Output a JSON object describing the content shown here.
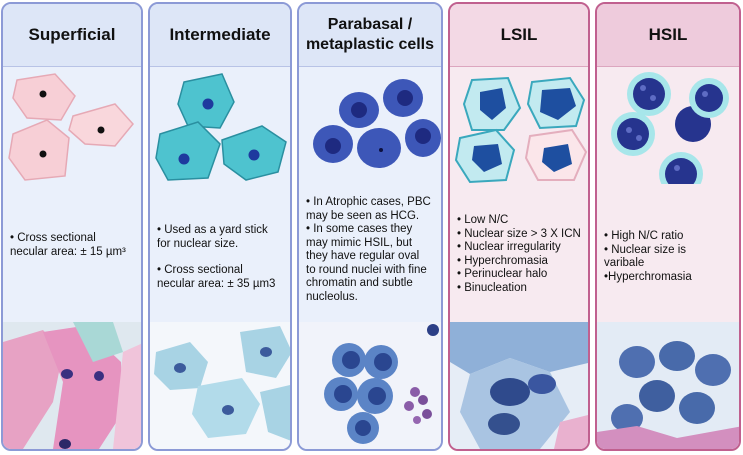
{
  "panels": [
    {
      "title": "Superficial",
      "lines": [
        "• Cross sectional",
        "necular area: ± 15 µm³"
      ]
    },
    {
      "title": "Intermediate",
      "lines": [
        "• Used as a yard stick",
        "for nuclear size.",
        "",
        "• Cross sectional",
        "necular area: ± 35 µm3"
      ]
    },
    {
      "title_line1": "Parabasal /",
      "title_line2": "metaplastic cells",
      "lines": [
        "• In Atrophic cases, PBC",
        "may be seen as HCG.",
        "• In some cases they",
        "may mimic HSIL, but",
        "they have regular oval",
        "to round nuclei with fine",
        "chromatin and subtle",
        "nucleolus."
      ]
    },
    {
      "title": "LSIL",
      "lines": [
        "• Low N/C",
        "• Nuclear size > 3 X ICN",
        "• Nuclear irregularity",
        "• Hyperchromasia",
        "• Perinuclear halo",
        "• Binucleation"
      ]
    },
    {
      "title": "HSIL",
      "lines": [
        "• High N/C ratio",
        "• Nuclear size is",
        "varibale",
        "•Hyperchromasia"
      ]
    }
  ],
  "colors": {
    "blue_border": "#8c9ad6",
    "pink_border": "#c0608f",
    "superficial_cell": "#f7cfd6",
    "intermediate_cell": "#4ec3cf",
    "parabasal_cell": "#3d57b8",
    "nucleus_dark": "#1e2a80"
  }
}
